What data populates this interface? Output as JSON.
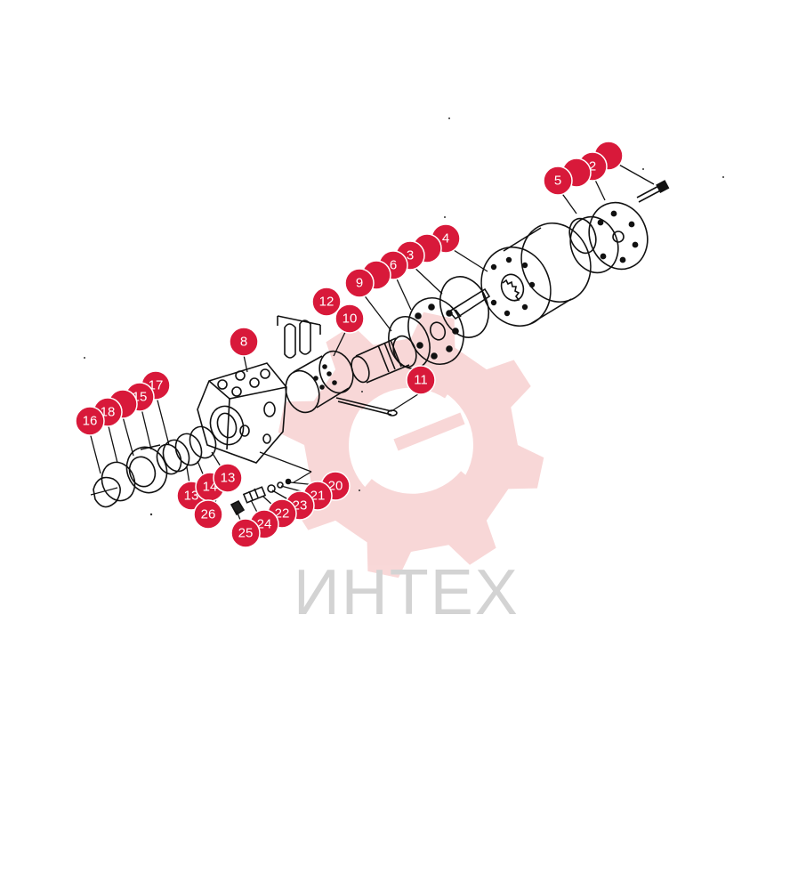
{
  "brand": {
    "name": "ИНТЕХ",
    "logo_color": "#f4b8b8",
    "text_color": "#d3d3d3"
  },
  "callout_color": "#d8193a",
  "callouts": [
    {
      "id": "c1",
      "label": ""
    },
    {
      "id": "c2",
      "label": "2"
    },
    {
      "id": "c3",
      "label": ""
    },
    {
      "id": "c4",
      "label": "5"
    },
    {
      "id": "c5",
      "label": "4"
    },
    {
      "id": "c6",
      "label": ""
    },
    {
      "id": "c7",
      "label": "3"
    },
    {
      "id": "c8",
      "label": "6"
    },
    {
      "id": "c9",
      "label": ""
    },
    {
      "id": "c10",
      "label": "9"
    },
    {
      "id": "c11",
      "label": "12"
    },
    {
      "id": "c12",
      "label": "10"
    },
    {
      "id": "c13",
      "label": "8"
    },
    {
      "id": "c14",
      "label": "11"
    },
    {
      "id": "c15",
      "label": "17"
    },
    {
      "id": "c16",
      "label": "15"
    },
    {
      "id": "c17",
      "label": ""
    },
    {
      "id": "c18",
      "label": "18"
    },
    {
      "id": "c19",
      "label": "16"
    },
    {
      "id": "c20",
      "label": "13"
    },
    {
      "id": "c21",
      "label": "14"
    },
    {
      "id": "c22",
      "label": "13"
    },
    {
      "id": "c23",
      "label": "26"
    },
    {
      "id": "c24",
      "label": "20"
    },
    {
      "id": "c25",
      "label": "21"
    },
    {
      "id": "c26",
      "label": "23"
    },
    {
      "id": "c27",
      "label": "22"
    },
    {
      "id": "c28",
      "label": "24"
    },
    {
      "id": "c29",
      "label": "25"
    }
  ]
}
